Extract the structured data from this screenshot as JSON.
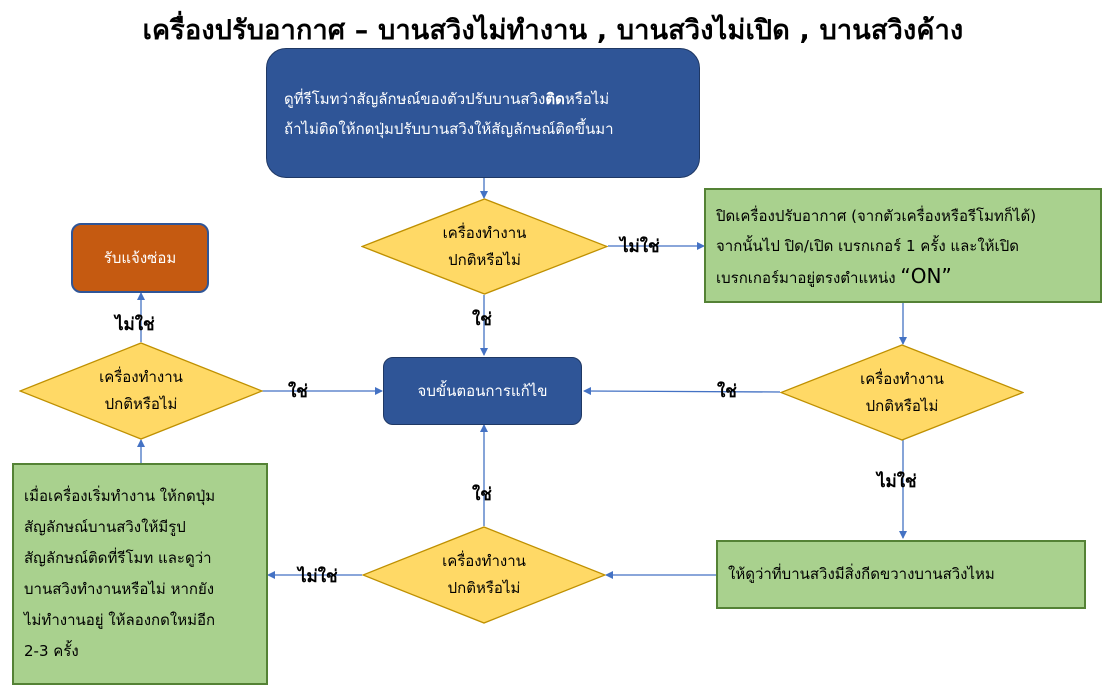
{
  "title": "เครื่องปรับอากาศ – บานสวิงไม่ทำงาน , บานสวิงไม่เปิด , บานสวิงค้าง",
  "start_box": {
    "line1_a": "ดูที่รีโมทว่าสัญลักษณ์ของตัวปรับบานสวิง",
    "line1_bold": "ติด",
    "line1_b": "หรือไม่",
    "line2": "ถ้าไม่ติดให้กดปุ่มปรับบานสวิงให้สัญลักษณ์ติดขึ้นมา"
  },
  "decision_text": {
    "line1": "เครื่องทำงาน",
    "line2": "ปกติหรือไม่"
  },
  "end_box": "จบขั้นตอนการแก้ไข",
  "repair_box": "รับแจ้งซ่อม",
  "breaker_box": {
    "line1": "ปิดเครื่องปรับอากาศ (จากตัวเครื่องหรือรีโมทก็ได้)",
    "line2": "จากนั้นไป ปิด/เปิด เบรกเกอร์ 1 ครั้ง และให้เปิด",
    "line3_a": "เบรกเกอร์มาอยู่ตรงตำแหน่ง ",
    "line3_b": "“ON”"
  },
  "obstruction_box": "ให้ดูว่าที่บานสวิงมีสิ่งกีดขวางบานสวิงไหม",
  "remote_box": {
    "line1": "เมื่อเครื่องเริ่มทำงาน ให้กดปุ่ม",
    "line2": "สัญลักษณ์บานสวิงให้มีรูป",
    "line3": "สัญลักษณ์ติดที่รีโมท และดูว่า",
    "line4": "บานสวิงทำงานหรือไม่ หากยัง",
    "line5": "ไม่ทำงานอยู่ ให้ลองกดใหม่อีก",
    "line6": "2-3 ครั้ง"
  },
  "labels": {
    "yes": "ใช่",
    "no": "ไม่ใช่"
  },
  "colors": {
    "blue_fill": "#2f5597",
    "decision_fill": "#ffd966",
    "decision_border": "#bf9000",
    "action_fill": "#a9d18e",
    "action_border": "#548235",
    "repair_fill": "#c55a11",
    "connector": "#4472c4"
  }
}
